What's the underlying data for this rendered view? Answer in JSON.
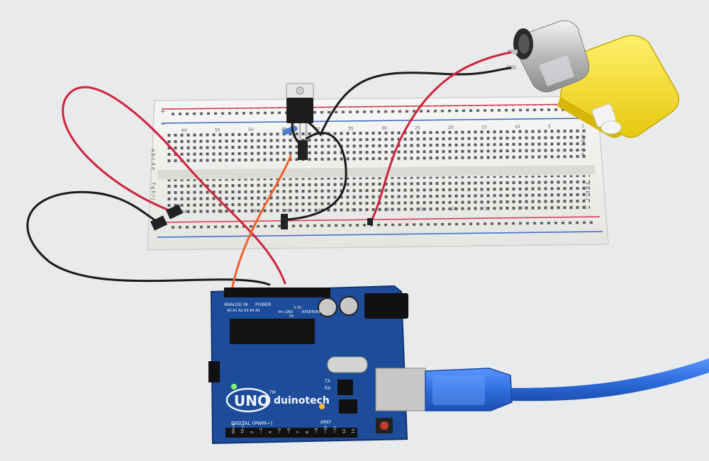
{
  "board": {
    "brand": "duinotech",
    "model": "UNO",
    "tm": "TM",
    "power_header": "POWER",
    "analog_header": "ANALOG IN",
    "digital_header": "DIGITAL (PWM~)",
    "aref": "AREF",
    "tx": "TX",
    "rx": "RX",
    "gnd": "GND",
    "vin": "Vin",
    "ioref": "IOREF",
    "reset": "RESET",
    "v33": "3.3V",
    "v5": "5V",
    "a0": "A0",
    "a1": "A1",
    "a2": "A2",
    "a3": "A3",
    "a4": "A4",
    "a5": "A5",
    "d_labels": [
      "13",
      "12",
      "~11",
      "~10",
      "~9",
      "8",
      "7",
      "~6",
      "~5",
      "4",
      "~3",
      "2",
      "TX→1",
      "RX←0"
    ]
  },
  "breadboard": {
    "rows_top": "a b c d e",
    "rows_bottom": "f g h i j",
    "numbers": [
      "60",
      "55",
      "50",
      "45",
      "40",
      "35",
      "30",
      "25",
      "20",
      "15",
      "10",
      "5",
      "1"
    ],
    "plus": "+",
    "minus": "−"
  },
  "colors": {
    "background": "#e9eaec",
    "breadboard": "#f1f1ef",
    "red_rail": "#d8344a",
    "blue_rail": "#3a68c8",
    "board_blue": "#1d4d9a",
    "motor_yellow": "#f7e43a",
    "usb_blue": "#2f6fe0",
    "red_wire": "#d0233c",
    "black_wire": "#1a1a1a",
    "orange_wire": "#f0602a"
  },
  "icons": {
    "motor": "dc-gear-motor-icon",
    "usb": "usb-b-cable-icon",
    "transistor": "to220-transistor-icon"
  }
}
